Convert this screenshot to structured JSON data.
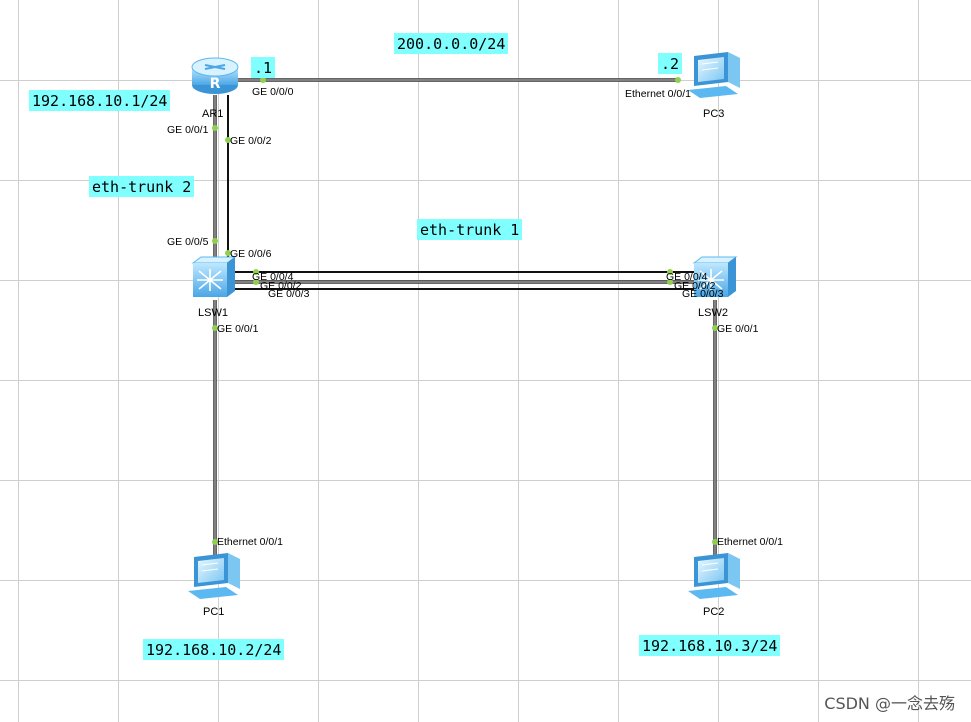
{
  "notes": {
    "ar1_ip": "192.168.10.1/24",
    "wan_net": "200.0.0.0/24",
    "ar1_wan_suffix": ".1",
    "pc3_wan_suffix": ".2",
    "trunk2": "eth-trunk 2",
    "trunk1": "eth-trunk 1",
    "pc1_ip": "192.168.10.2/24",
    "pc2_ip": "192.168.10.3/24"
  },
  "devices": {
    "ar1": "AR1",
    "pc3": "PC3",
    "lsw1": "LSW1",
    "lsw2": "LSW2",
    "pc1": "PC1",
    "pc2": "PC2"
  },
  "ports": {
    "ar1_ge000": "GE 0/0/0",
    "pc3_eth001": "Ethernet 0/0/1",
    "ar1_ge001": "GE 0/0/1",
    "ar1_ge002": "GE 0/0/2",
    "lsw1_ge005": "GE 0/0/5",
    "lsw1_ge006": "GE 0/0/6",
    "lsw1_ge004": "GE 0/0/4",
    "lsw1_ge002": "GE 0/0/2",
    "lsw1_ge003": "GE 0/0/3",
    "lsw2_ge004": "GE 0/0/4",
    "lsw2_ge002": "GE 0/0/2",
    "lsw2_ge003": "GE 0/0/3",
    "lsw1_ge001": "GE 0/0/1",
    "lsw2_ge001": "GE 0/0/1",
    "pc1_eth001": "Ethernet 0/0/1",
    "pc2_eth001": "Ethernet 0/0/1"
  },
  "watermark": "CSDN @一念去殇",
  "colors": {
    "note_bg": "#80ffff",
    "port_dot": "#8fd14f",
    "device": "#5bb8f0",
    "grid": "#cfcfcf",
    "link": "#333333"
  },
  "icons": {
    "ar1": "router-icon",
    "lsw1": "switch-icon",
    "lsw2": "switch-icon",
    "pc1": "pc-icon",
    "pc2": "pc-icon",
    "pc3": "pc-icon"
  }
}
